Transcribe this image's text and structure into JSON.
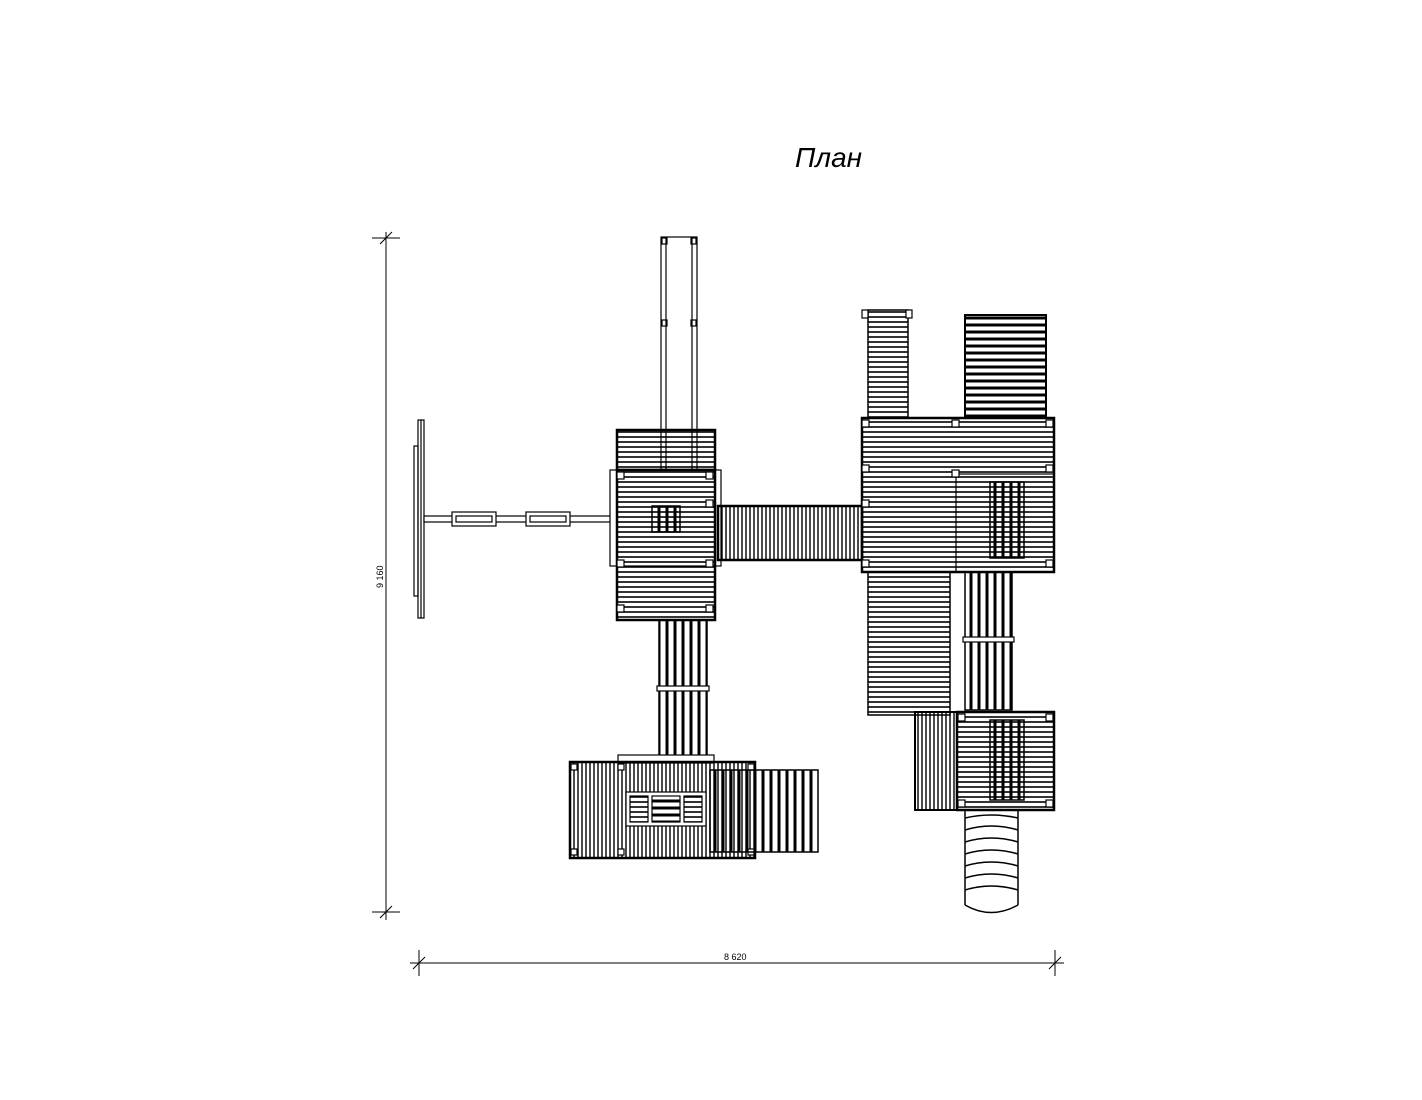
{
  "drawing": {
    "title": "План",
    "dimensions": {
      "height_label": "9 160",
      "width_label": "8 620"
    },
    "line_color": "#000000",
    "background": "#ffffff"
  }
}
